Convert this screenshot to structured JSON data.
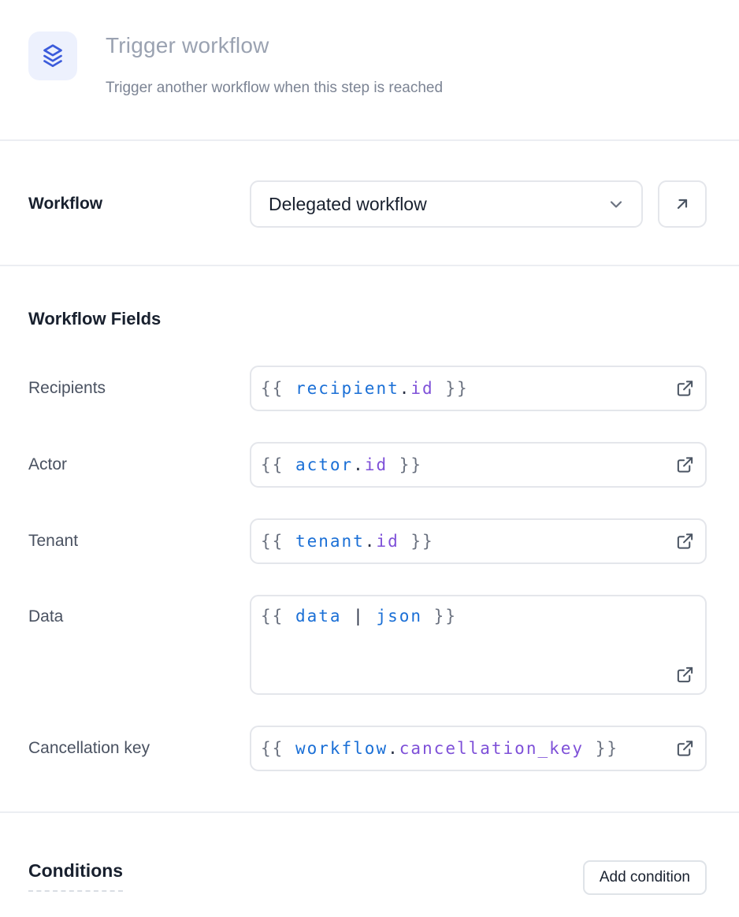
{
  "header": {
    "icon": "layers-icon",
    "title": "Trigger workflow",
    "subtitle": "Trigger another workflow when this step is reached"
  },
  "workflow_row": {
    "label": "Workflow",
    "selected_value": "Delegated workflow"
  },
  "fields_section": {
    "heading": "Workflow Fields",
    "fields": [
      {
        "label": "Recipients",
        "multiline": false,
        "value": "{{ recipient.id }}",
        "tokens": [
          [
            "gray",
            "{{ "
          ],
          [
            "blue",
            "recipient"
          ],
          [
            "dark",
            "."
          ],
          [
            "purple",
            "id"
          ],
          [
            "gray",
            " }}"
          ]
        ]
      },
      {
        "label": "Actor",
        "multiline": false,
        "value": "{{ actor.id }}",
        "tokens": [
          [
            "gray",
            "{{ "
          ],
          [
            "blue",
            "actor"
          ],
          [
            "dark",
            "."
          ],
          [
            "purple",
            "id"
          ],
          [
            "gray",
            " }}"
          ]
        ]
      },
      {
        "label": "Tenant",
        "multiline": false,
        "value": "{{ tenant.id }}",
        "tokens": [
          [
            "gray",
            "{{ "
          ],
          [
            "blue",
            "tenant"
          ],
          [
            "dark",
            "."
          ],
          [
            "purple",
            "id"
          ],
          [
            "gray",
            " }}"
          ]
        ]
      },
      {
        "label": "Data",
        "multiline": true,
        "value": "{{ data | json }}",
        "tokens": [
          [
            "gray",
            "{{ "
          ],
          [
            "blue",
            "data"
          ],
          [
            "dark",
            " | "
          ],
          [
            "blue",
            "json"
          ],
          [
            "gray",
            " }}"
          ]
        ]
      },
      {
        "label": "Cancellation key",
        "multiline": false,
        "value": "{{ workflow.cancellation_key }}",
        "tokens": [
          [
            "gray",
            "{{ "
          ],
          [
            "blue",
            "workflow"
          ],
          [
            "dark",
            "."
          ],
          [
            "purple",
            "cancellation_key"
          ],
          [
            "gray",
            " }}"
          ]
        ]
      }
    ]
  },
  "conditions_section": {
    "heading": "Conditions",
    "add_button_label": "Add condition"
  },
  "colors": {
    "accent": "#3b5bdb",
    "accent_bg": "#edf1fd",
    "token_blue": "#1a6fd6",
    "token_purple": "#7e50d8",
    "token_gray": "#6b7280",
    "token_dark": "#2b3245"
  }
}
